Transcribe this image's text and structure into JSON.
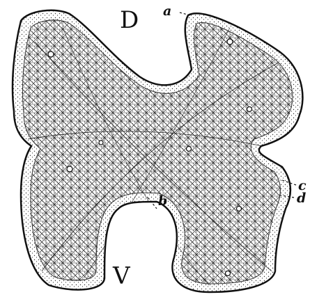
{
  "figure": {
    "labels": {
      "dorsal": "D",
      "ventral": "V",
      "a": "a",
      "b": "b",
      "c": "c",
      "d": "d"
    },
    "colors": {
      "ink": "#111111",
      "paper": "#ffffff"
    }
  }
}
